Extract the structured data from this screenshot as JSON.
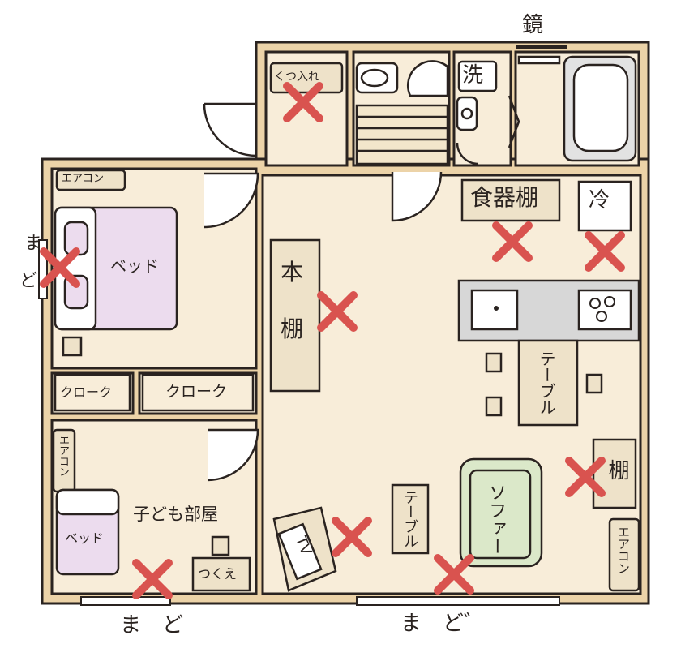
{
  "labels": {
    "mirror": "鏡",
    "shoe_box": "くつ入れ",
    "wash": "洗",
    "aircon_1": "エアコン",
    "aircon_2": "エアコン",
    "aircon_3": "エアコン",
    "bed_main": "ベッド",
    "bed_child": "ベッド",
    "closet_1": "クローク",
    "closet_2": "クローク",
    "kids_room": "子ども部屋",
    "desk": "つくえ",
    "bookshelf_1": "本",
    "bookshelf_2": "棚",
    "dish_shelf": "食器棚",
    "fridge": "冷",
    "table_dining": "テーブル",
    "table_living": "テーブル",
    "sofa": "ソファー",
    "shelf": "棚",
    "tv": "TV",
    "window_left_1": "ま",
    "window_left_2": "ど",
    "window_bottom_1": "ま　ど",
    "window_bottom_2": "ま　ど゛"
  },
  "colors": {
    "floor": "#f8edd9",
    "wall": "#ecd3a8",
    "outline": "#2a2320",
    "furniture": "#eee2c9",
    "bed": "#ecdcee",
    "sofa": "#dbe8c9",
    "counter": "#d7d7d7",
    "cross": "#d9534f"
  }
}
